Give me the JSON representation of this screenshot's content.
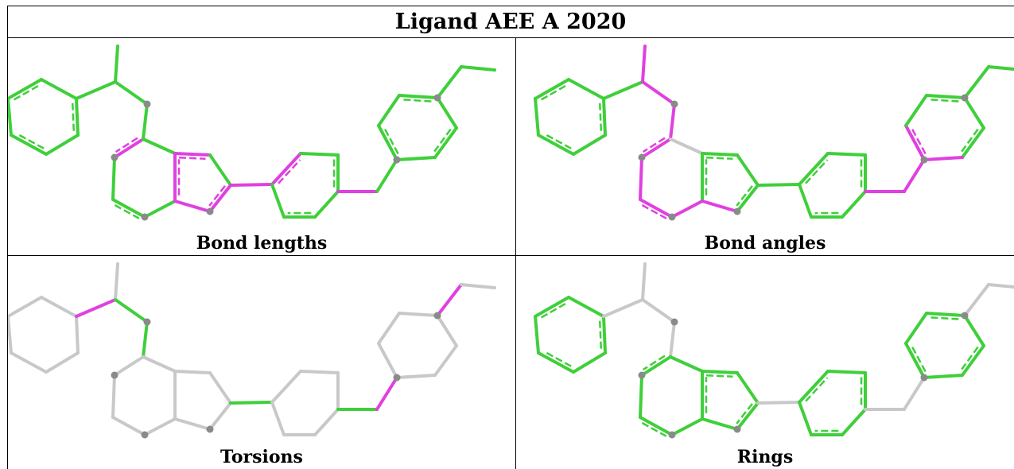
{
  "figure": {
    "title": "Ligand AEE A 2020"
  },
  "panels": [
    {
      "id": "bond-lengths",
      "caption": "Bond lengths"
    },
    {
      "id": "bond-angles",
      "caption": "Bond angles"
    },
    {
      "id": "torsions",
      "caption": "Torsions"
    },
    {
      "id": "rings",
      "caption": "Rings"
    }
  ],
  "colors": {
    "green": "#3fcf3a",
    "magenta": "#e040e0",
    "grey": "#c8c8c8",
    "atom": "#8a8a8a",
    "border": "#000000"
  }
}
